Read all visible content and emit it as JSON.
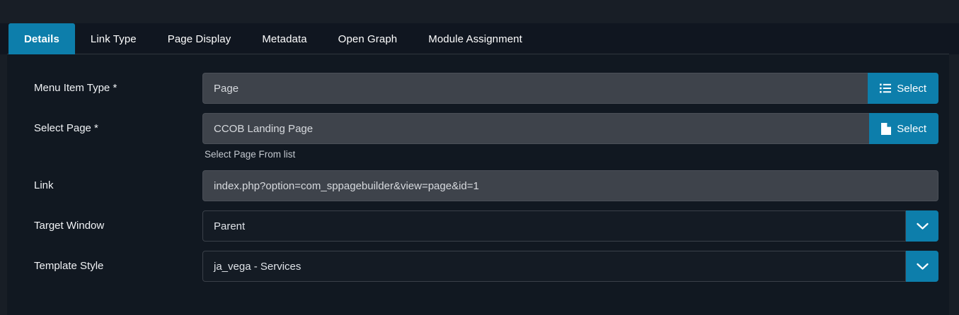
{
  "tabs": [
    {
      "label": "Details",
      "active": true
    },
    {
      "label": "Link Type",
      "active": false
    },
    {
      "label": "Page Display",
      "active": false
    },
    {
      "label": "Metadata",
      "active": false
    },
    {
      "label": "Open Graph",
      "active": false
    },
    {
      "label": "Module Assignment",
      "active": false
    }
  ],
  "form": {
    "menu_item_type": {
      "label": "Menu Item Type *",
      "value": "Page",
      "button_label": "Select",
      "button_icon": "list-icon"
    },
    "select_page": {
      "label": "Select Page *",
      "value": "CCOB Landing Page",
      "button_label": "Select",
      "button_icon": "file-icon",
      "help": "Select Page From list"
    },
    "link": {
      "label": "Link",
      "value": "index.php?option=com_sppagebuilder&view=page&id=1"
    },
    "target_window": {
      "label": "Target Window",
      "value": "Parent",
      "caret_icon": "chevron-down-icon"
    },
    "template_style": {
      "label": "Template Style",
      "value": "ja_vega - Services",
      "caret_icon": "chevron-down-icon"
    }
  },
  "colors": {
    "accent": "#0d7eab",
    "panel_bg": "#111821",
    "page_bg": "#181e26",
    "input_bg": "#3e434b",
    "select_bg": "#141b24"
  }
}
